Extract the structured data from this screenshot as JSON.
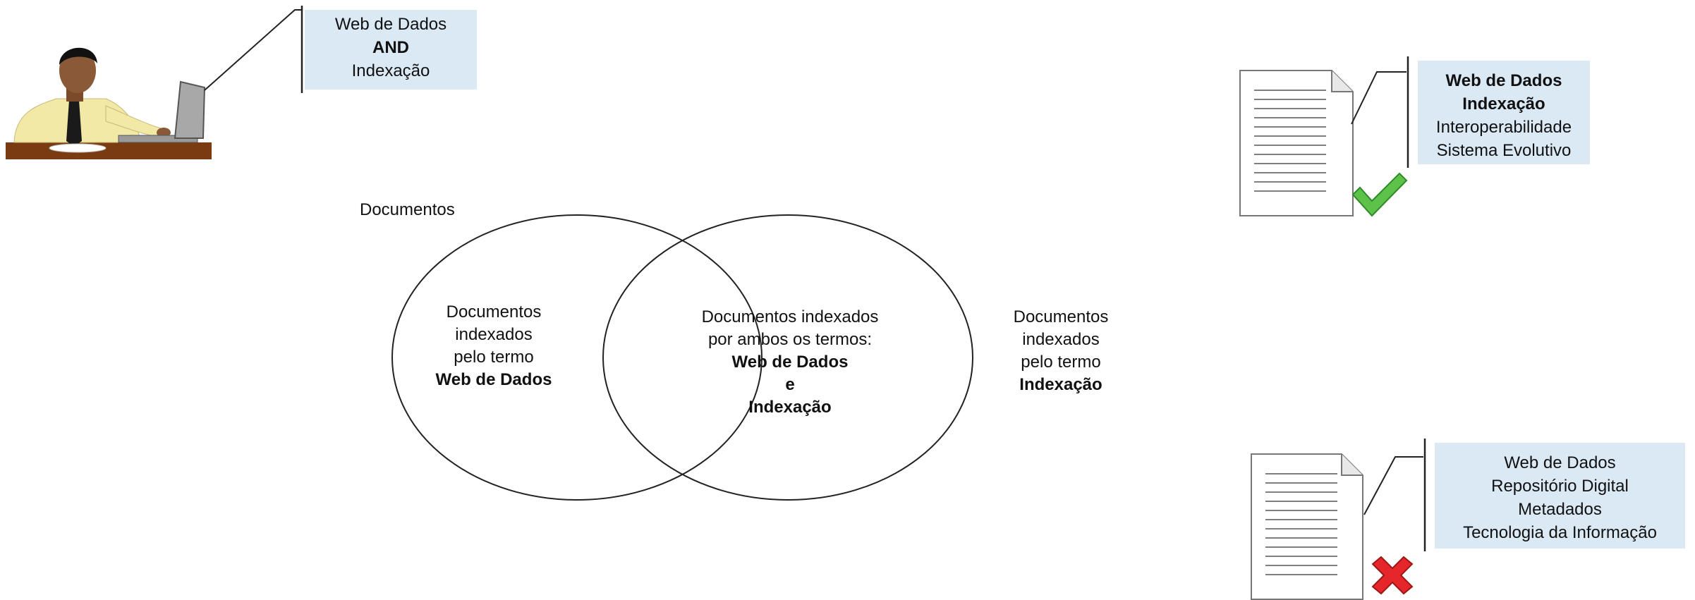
{
  "query": {
    "line1": "Web de Dados",
    "line2": "AND",
    "line3": "Indexação"
  },
  "venn": {
    "title": "Documentos",
    "left": [
      "Documentos",
      "indexados",
      "pelo termo",
      "Web de Dados"
    ],
    "center": [
      "Documentos indexados",
      "por ambos os termos:",
      "Web de Dados",
      "e",
      "Indexação"
    ],
    "right": [
      "Documentos",
      "indexados",
      "pelo termo",
      "Indexação"
    ]
  },
  "relevant_doc": {
    "terms": [
      "Web de Dados",
      "Indexação",
      "Interoperabilidade",
      "Sistema Evolutivo"
    ],
    "status": "check-icon"
  },
  "irrelevant_doc": {
    "terms": [
      "Web de Dados",
      "Repositório Digital",
      "Metadados",
      "Tecnologia da Informação"
    ],
    "status": "x-icon"
  },
  "colors": {
    "box_fill": "#dbe9f5",
    "check": "#4caf50",
    "cross": "#e5262a",
    "person_shirt": "#f3e9a6",
    "desk": "#7a3b10"
  }
}
